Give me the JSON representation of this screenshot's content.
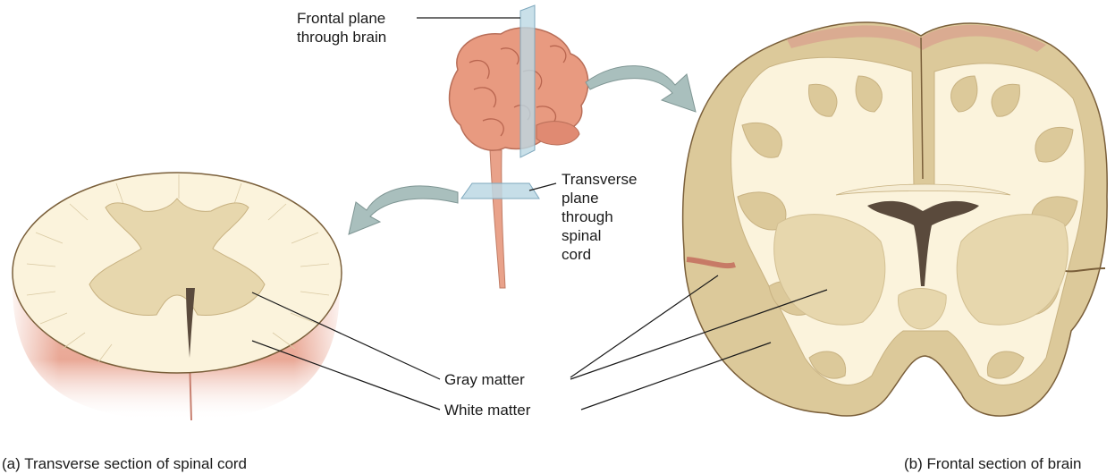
{
  "labels": {
    "frontal_plane": "Frontal plane\nthrough brain",
    "transverse_plane": "Transverse\nplane\nthrough\nspinal\ncord",
    "gray_matter": "Gray matter",
    "white_matter": "White matter"
  },
  "captions": {
    "a": "(a) Transverse section of spinal cord",
    "b": "(b) Frontal section of brain"
  },
  "colors": {
    "white_matter": "#fbf3dc",
    "gray_matter": "#e7d7ad",
    "cortex": "#dcc99a",
    "outline": "#7a5f3a",
    "brain_pink": "#e8a088",
    "cord_pink": "#e9a896",
    "plane": "#bcd8e4",
    "arrow": "#a9bfbd",
    "ventricle": "#5a4a3c"
  }
}
